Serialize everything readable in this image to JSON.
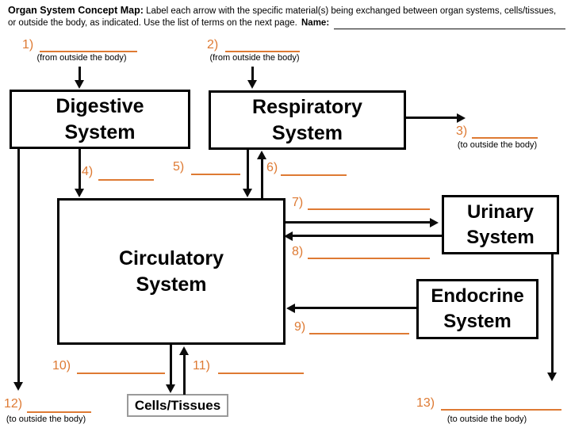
{
  "header": {
    "title": "Organ System Concept Map:",
    "instructions": "Label each arrow with the specific material(s) being exchanged between organ systems, cells/tissues,",
    "instructions_line2": "or outside the body, as indicated. Use the list of terms on the next page.",
    "name_label": "Name:"
  },
  "colors": {
    "accent_orange": "#de7a33",
    "line_black": "#0b0b0b",
    "cells_box_border_gray": "#9a9a9a"
  },
  "boxes": {
    "digestive": "Digestive\nSystem",
    "respiratory": "Respiratory\nSystem",
    "circulatory": "Circulatory\nSystem",
    "urinary": "Urinary\nSystem",
    "endocrine": "Endocrine\nSystem",
    "cells": "Cells/Tissues"
  },
  "labels": [
    {
      "num": "1)",
      "caption": "(from outside the body)"
    },
    {
      "num": "2)",
      "caption": "(from outside the body)"
    },
    {
      "num": "3)",
      "caption": "(to outside the body)"
    },
    {
      "num": "4)"
    },
    {
      "num": "5)"
    },
    {
      "num": "6)"
    },
    {
      "num": "7)"
    },
    {
      "num": "8)"
    },
    {
      "num": "9)"
    },
    {
      "num": "10)"
    },
    {
      "num": "11)"
    },
    {
      "num": "12)",
      "caption": "(to outside the body)"
    },
    {
      "num": "13)",
      "caption": "(to outside the body)"
    }
  ]
}
